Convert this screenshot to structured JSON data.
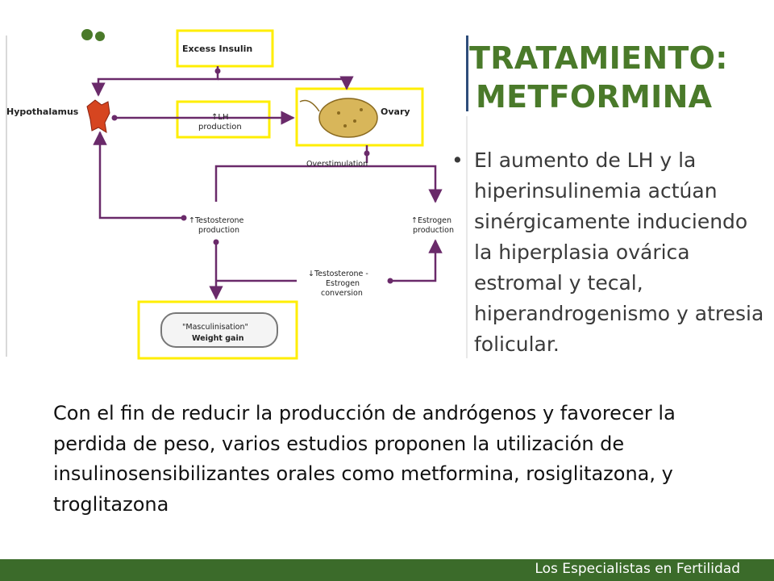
{
  "slide": {
    "title_line1": "TRATAMIENTO:",
    "title_line2": "METFORMINA",
    "bullet_marker": "•",
    "bullet_text": "El aumento de LH y la hiperinsulinemia actúan sinérgicamente induciendo la hiperplasia ovárica estromal y tecal, hiperandrogenismo y atresia folicular.",
    "body_text": "Con el fin de reducir la producción de andrógenos y favorecer la perdida de peso, varios estudios proponen la utilización de insulinosensibilizantes orales como metformina, rosiglitazona, y troglitazona",
    "footer_text": "Los Especialistas en Fertilidad"
  },
  "diagram": {
    "excess_insulin": "Excess Insulin",
    "hypothalamus": "Hypothalamus",
    "lh_line1": "↑LH",
    "lh_line2": "production",
    "ovary": "Ovary",
    "overstimulation": "Overstimulation",
    "testosterone_line1": "↑Testosterone",
    "testosterone_line2": "production",
    "estrogen_line1": "↑Estrogen",
    "estrogen_line2": "production",
    "conversion_line1": "↓Testosterone -",
    "conversion_line2": "Estrogen",
    "conversion_line3": "conversion",
    "masc_line1": "\"Masculinisation\"",
    "masc_line2": "Weight gain"
  },
  "colors": {
    "title_green": "#4a7a2a",
    "footer_green": "#3b6b2a",
    "highlight_yellow": "#ffee00",
    "arrow_purple": "#6a2a6a"
  },
  "icons": {
    "logo": "logo-mark",
    "hypothalamus": "hypothalamus-icon",
    "ovary": "ovary-icon"
  }
}
